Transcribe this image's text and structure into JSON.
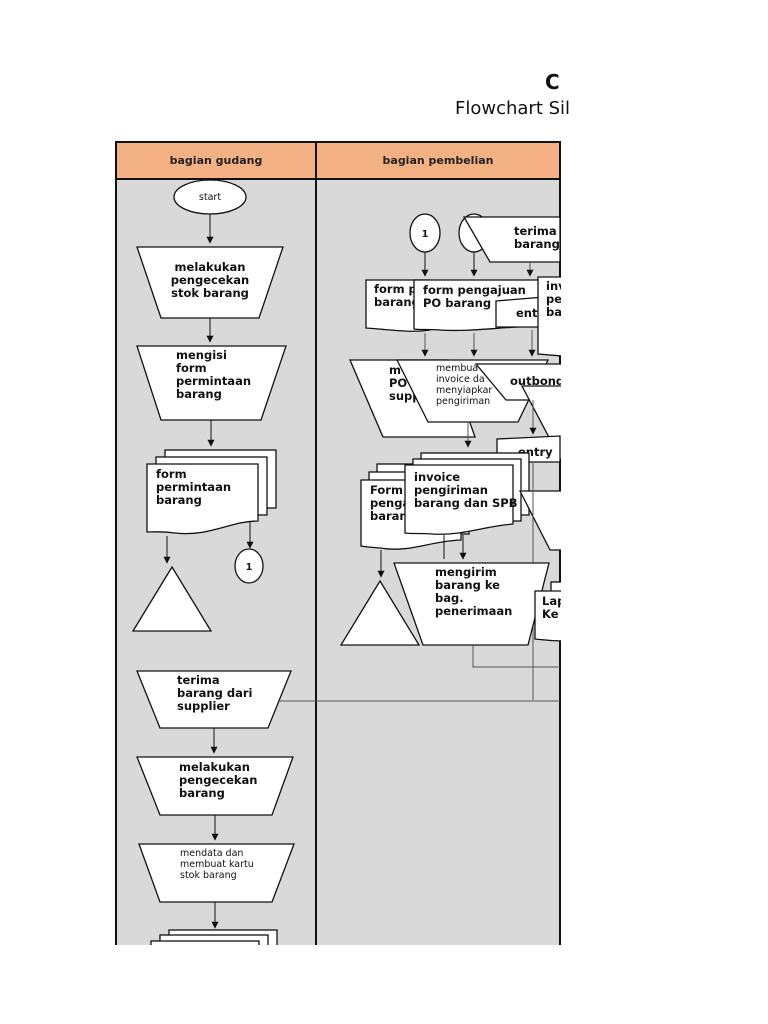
{
  "title": {
    "main": "C",
    "sub": "Flowchart Sil"
  },
  "lanes": [
    {
      "label": "bagian gudang"
    },
    {
      "label": "bagian pembelian"
    }
  ],
  "colors": {
    "header_bg": "#f4b183",
    "lane_bg": "#d9d9d9",
    "shape_fill": "#ffffff",
    "stroke": "#111111"
  },
  "gudang": {
    "start": "start",
    "p1": [
      "melakukan",
      "pengecekan",
      "stok barang"
    ],
    "p2": [
      "mengisi",
      "form",
      "permintaan",
      "barang"
    ],
    "doc1": [
      "form",
      "permintaan",
      "barang"
    ],
    "connector1": "1",
    "p3": [
      "terima",
      "barang dari",
      "supplier"
    ],
    "p4": [
      "melakukan",
      "pengecekan",
      "barang"
    ],
    "p5": [
      "mendata dan",
      "membuat kartu",
      "stok barang"
    ]
  },
  "pembelian": {
    "connector1": "1",
    "terima": [
      "terima",
      "barang"
    ],
    "doc_a": [
      "form p",
      "barang"
    ],
    "doc_b": [
      "form pengajuan",
      "PO barang"
    ],
    "entry1": "ent",
    "inv_partial": [
      "inv",
      "pe",
      "ba"
    ],
    "proc_a": [
      "m",
      "PO",
      "supp"
    ],
    "proc_b": [
      "membua",
      "invoice da",
      "menyiapkar",
      "pengiriman"
    ],
    "outbond": "outbond",
    "entry2": "entry",
    "doc_c": [
      "Form",
      "penga",
      "baran"
    ],
    "doc_d": [
      "invoice",
      "pengiriman",
      "barang dan SPB"
    ],
    "proc_c": [
      "mengirim",
      "barang ke",
      "bag.",
      "penerimaan"
    ],
    "doc_e": [
      "Lap",
      "Ke"
    ]
  }
}
